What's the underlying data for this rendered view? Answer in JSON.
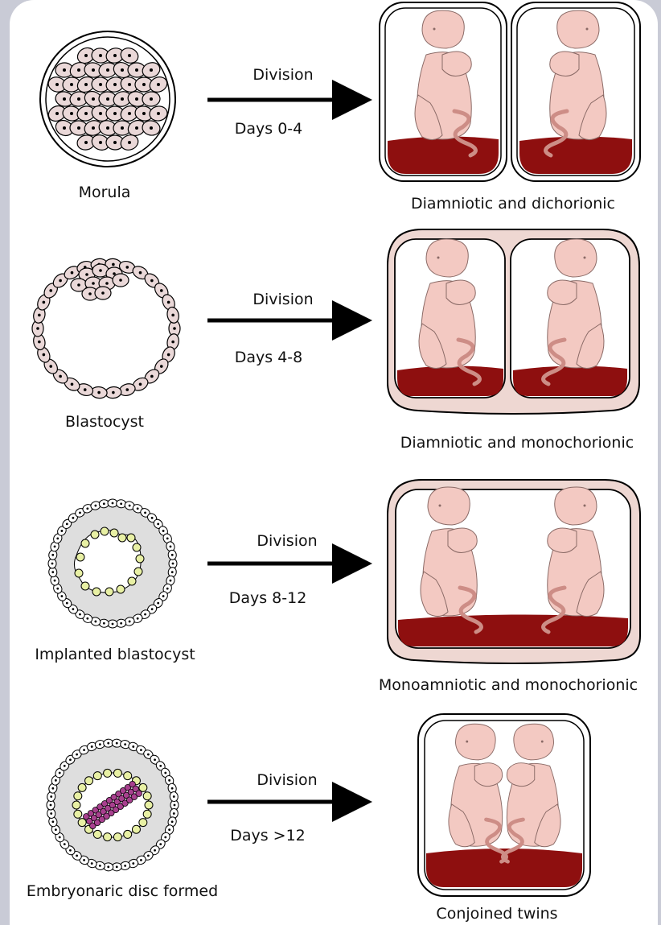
{
  "colors": {
    "background": "#c9cbd6",
    "panel": "#ffffff",
    "cell_fill": "#ead8d8",
    "fetus_fill": "#f3c9c2",
    "cord_fill": "#cd8d86",
    "placenta": "#8e0f0f",
    "chorion": "#eed7d2",
    "inner_mass": "#e8f0a4",
    "disc": "#a8408f",
    "zona": "#dedede"
  },
  "rows": [
    {
      "stage": "Morula",
      "arrow_top": "Division",
      "arrow_bottom": "Days 0-4",
      "outcome": "Diamniotic and dichorionic"
    },
    {
      "stage": "Blastocyst",
      "arrow_top": "Division",
      "arrow_bottom": "Days 4-8",
      "outcome": "Diamniotic and monochorionic"
    },
    {
      "stage": "Implanted blastocyst",
      "arrow_top": "Division",
      "arrow_bottom": "Days 8-12",
      "outcome": "Monoamniotic and monochorionic"
    },
    {
      "stage": "Embryonaric disc formed",
      "arrow_top": "Division",
      "arrow_bottom": "Days >12",
      "outcome": "Conjoined twins"
    }
  ]
}
